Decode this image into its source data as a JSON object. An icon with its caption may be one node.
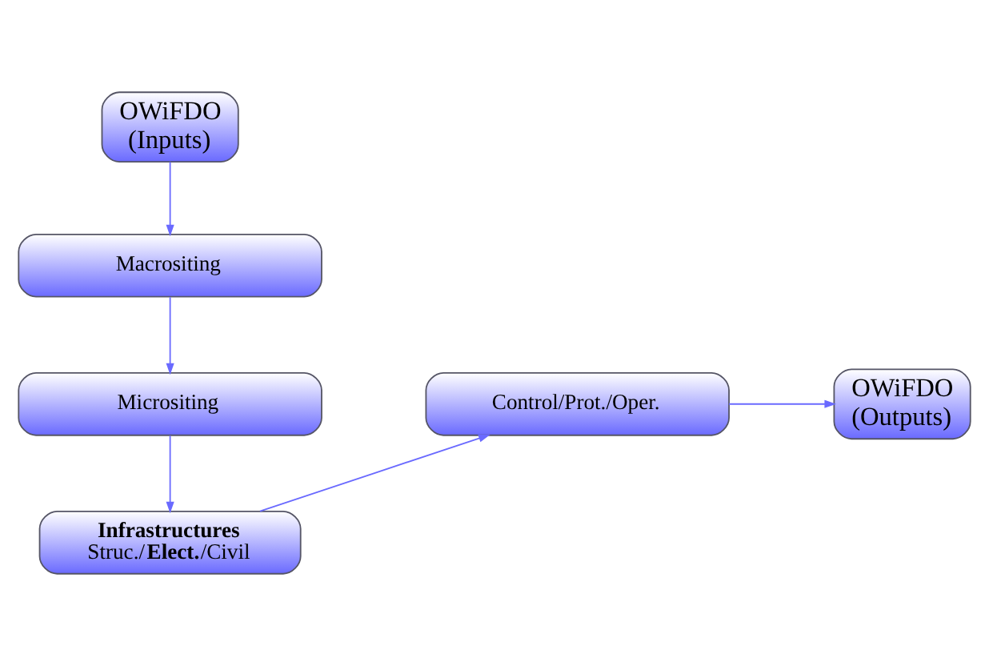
{
  "diagram": {
    "nodes": [
      {
        "text": [
          "OWiFDO (Inputs)"
        ]
      },
      {
        "text": [
          "Macrositing"
        ]
      },
      {
        "text": [
          "Micrositing"
        ]
      },
      {
        "text": [
          "Control/Prot./Oper."
        ]
      },
      {
        "text": [
          "OWiFDO (Outputs)"
        ]
      },
      {
        "text": [
          "Infrastructures",
          "Struc./**Elect.**/Civil"
        ]
      }
    ],
    "edges": [
      {
        "from": 0,
        "to": 1,
        "arrow": "to"
      },
      {
        "from": 1,
        "to": 2,
        "arrow": "to"
      },
      {
        "from": 2,
        "to": 5,
        "arrow": "to"
      },
      {
        "from": 5,
        "to": 3,
        "arrow": "to"
      },
      {
        "from": 3,
        "to": 4,
        "arrow": "to"
      }
    ]
  }
}
